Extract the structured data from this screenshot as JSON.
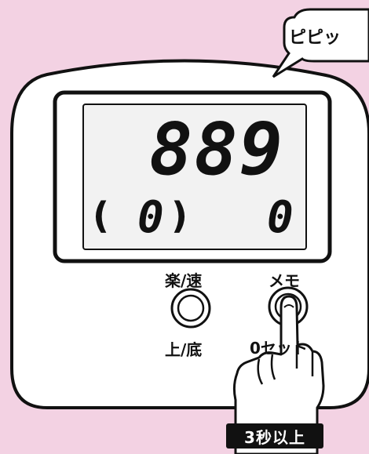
{
  "bubble": {
    "text": "ピピッ"
  },
  "display": {
    "main_value": "889",
    "sub_left_open": "(",
    "sub_left_value": "0",
    "sub_left_close": ")",
    "sub_right_value": "0"
  },
  "buttons": {
    "left_top_label": "楽/速",
    "left_bottom_label": "上/底",
    "right_top_label": "メモ",
    "right_bottom_label": "0セット"
  },
  "caption": {
    "text": "3秒以上"
  },
  "colors": {
    "background": "#f3d2e3",
    "device": "#ffffff",
    "lcd": "#f2f2f2",
    "ink": "#111111"
  },
  "icons": [
    "speech-bubble",
    "finger-pointer-icon"
  ]
}
